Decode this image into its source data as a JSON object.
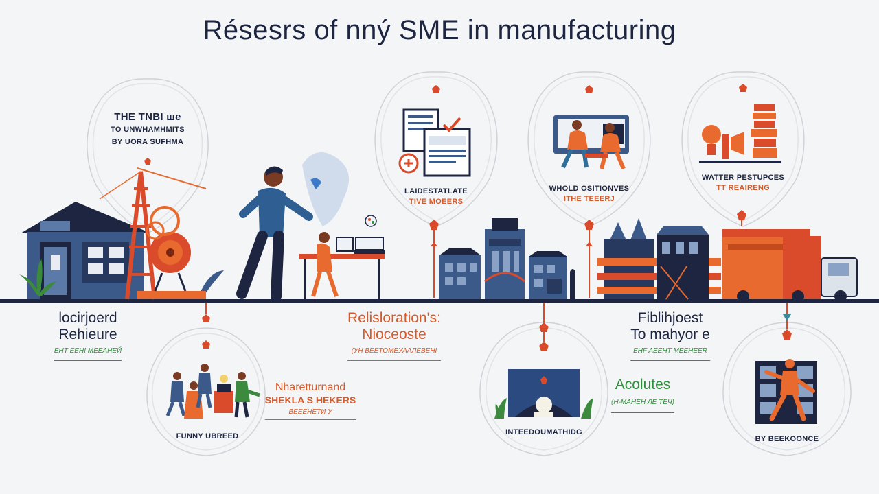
{
  "title": "Résesrs of nný SME in manufacturing",
  "colors": {
    "navy": "#1d2540",
    "orange": "#e86a2e",
    "red": "#d94b2b",
    "blue": "#3b5a8a",
    "green": "#2f8f3a",
    "background": "#f4f5f7"
  },
  "top_callouts": [
    {
      "lines": [
        "THE TNBI ше",
        "TO UNWHAMHMITS",
        "BY UORA SUFHMA"
      ]
    },
    {
      "lines": [
        "LAIDESTATLATE",
        "TIVE MOEERS"
      ]
    },
    {
      "lines": [
        "WHOLD OSITIONVES",
        "ITHE TEEERJ"
      ]
    },
    {
      "lines": [
        "WATTER PESTUPCES",
        "TT REAIRENG"
      ]
    }
  ],
  "bottom_callouts": [
    {
      "caption": "FUNNY UBREED"
    },
    {
      "caption": "INTEEDOUMATHIDG"
    },
    {
      "caption": "BY BEEKOONCE"
    }
  ],
  "timeline_labels": [
    {
      "heading": "locirjoerd",
      "sub": "Rehieure",
      "note": "ЕНТ ЕЕНІ МЕЕАНЕЙ"
    },
    {
      "heading": "Relisloration's:",
      "sub": "Nioceoste",
      "note": "(УН ВЕЕТОМЕУААЛЕВЕНІ"
    },
    {
      "heading": "Fiblihjoest",
      "sub": "To mahyor e",
      "note": "EHF AEEHT MEEHEER"
    }
  ],
  "side_labels": [
    {
      "heading": "Nharetturnand",
      "sub": "SHEKLA S HEKERS",
      "note": "ВЕЕЕНЕТИ У"
    },
    {
      "heading": "Acolutes",
      "note": "(Н-МАНЕН ЛЕ ТЕЧ)"
    }
  ],
  "icons": [
    "house-icon",
    "crane-icon",
    "person-icon",
    "laptop-icon",
    "document-icon",
    "factory-icon",
    "truck-icon",
    "pin-icon",
    "plant-icon",
    "bulb-icon",
    "store-icon"
  ]
}
